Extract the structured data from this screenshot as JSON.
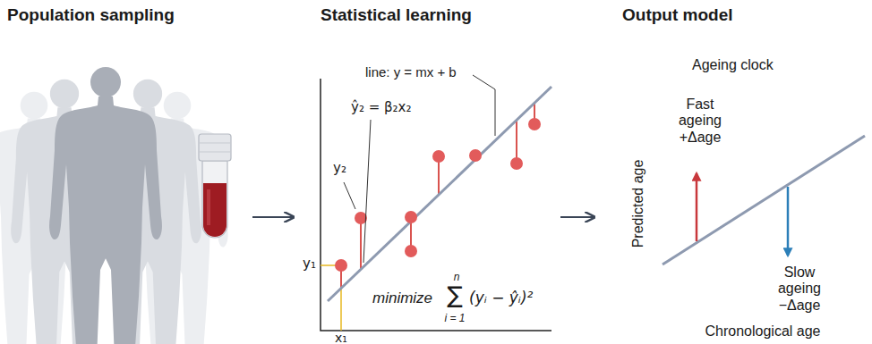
{
  "diagram": {
    "nodes": [
      {
        "text": [
          "Population sampling"
        ]
      },
      {
        "text": [
          "Statistical learning"
        ]
      },
      {
        "text": [
          "Output model"
        ]
      }
    ],
    "edges": [
      {
        "from": 0,
        "to": 1,
        "arrow": "to"
      },
      {
        "from": 1,
        "to": 2,
        "arrow": "to"
      }
    ],
    "labels": [
      "line: y = mx + b",
      "ŷ₂ = β₂x₂",
      "y₂",
      "y₁",
      "x₁",
      "minimize",
      "n",
      "∑",
      "i = 1",
      "(yᵢ − ŷᵢ)²",
      "Ageing clock",
      "Fast ageing +Δage",
      "Slow ageing −Δage",
      "Predicted age",
      "Chronological age"
    ]
  }
}
